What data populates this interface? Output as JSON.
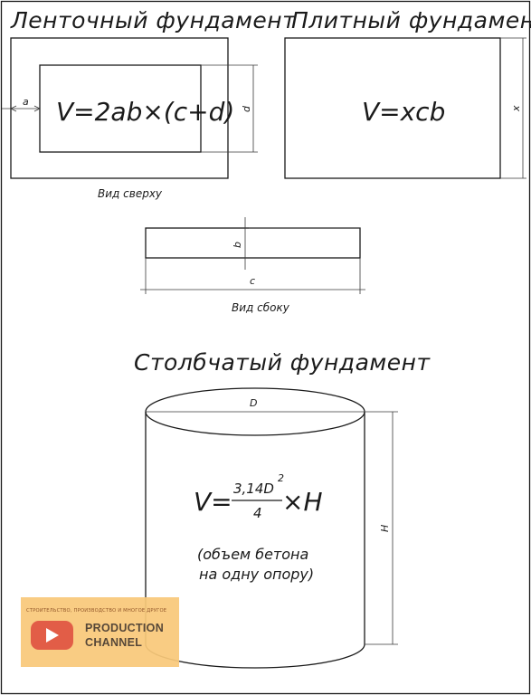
{
  "strip_foundation": {
    "title": "Ленточный фундамент",
    "formula": "V=2ab×(c+d)",
    "dim_a": "a",
    "dim_d": "d"
  },
  "slab_foundation": {
    "title": "Плитный фундамент",
    "formula": "V=xcb",
    "dim_x": "x"
  },
  "view_top_caption": "Вид сверху",
  "side_view": {
    "dim_b": "b",
    "dim_c": "c",
    "caption": "Вид сбоку"
  },
  "column_foundation": {
    "title": "Столбчатый фундамент",
    "dim_D": "D",
    "dim_H": "H",
    "formula_prefix": "V=",
    "formula_numerator": "3,14D",
    "formula_exponent": "2",
    "formula_denominator": "4",
    "formula_suffix": "×H",
    "note_line1": "(объем бетона",
    "note_line2": "на одну опору)"
  },
  "logo": {
    "tagline": "СТРОИТЕЛЬСТВО, ПРОИЗВОДСТВО И МНОГОЕ ДРУГОЕ",
    "word1": "PRODUCTION",
    "word2": "CHANNEL",
    "icon": "play-icon",
    "accent_color": "#f9c97a",
    "icon_color": "#e0513a"
  }
}
